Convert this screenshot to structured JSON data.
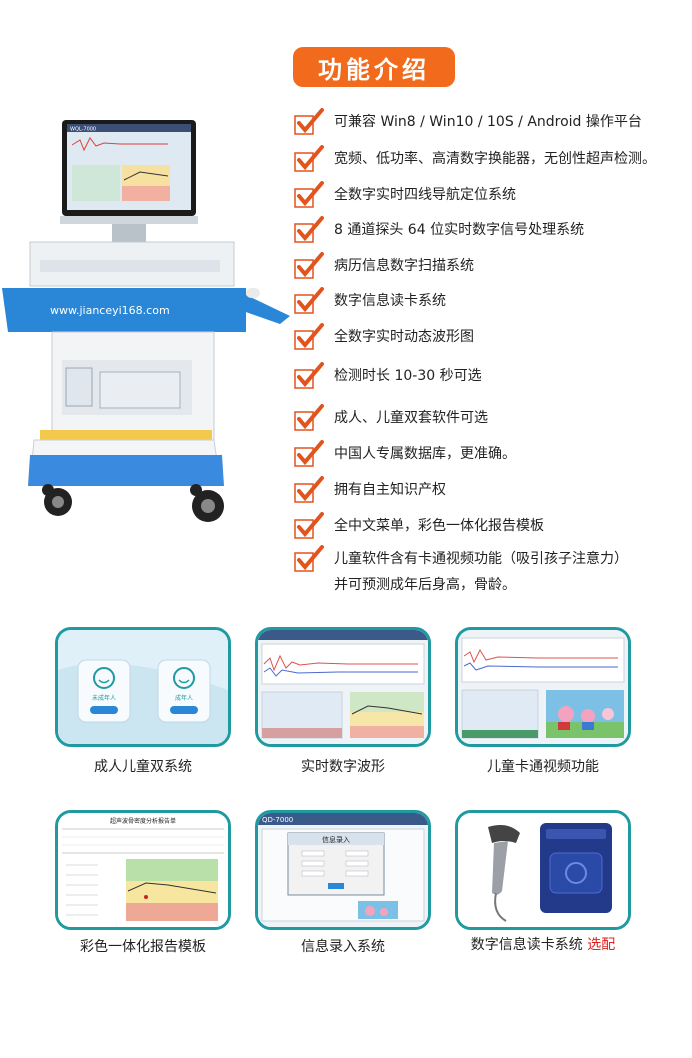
{
  "title": "功能介绍",
  "watermark": "www.jianceyi168.com",
  "monitor_brand": "WQL-7000",
  "features": [
    {
      "text": "可兼容 Win8 / Win10 / 10S / Android 操作平台"
    },
    {
      "text": "宽频、低功率、高清数字换能器，无创性超声检测。"
    },
    {
      "text": "全数字实时四线导航定位系统"
    },
    {
      "text": "8 通道探头 64 位实时数字信号处理系统"
    },
    {
      "text": "病历信息数字扫描系统"
    },
    {
      "text": "数字信息读卡系统"
    },
    {
      "text": "全数字实时动态波形图"
    },
    {
      "text": "检测时长 10-30 秒可选"
    },
    {
      "text": "成人、儿童双套软件可选"
    },
    {
      "text": "中国人专属数据库，更准确。"
    },
    {
      "text": "拥有自主知识产权"
    },
    {
      "text": "全中文菜单，彩色一体化报告模板"
    },
    {
      "text": "儿童软件含有卡通视频功能（吸引孩子注意力）",
      "text2": "并可预测成年后身高，骨龄。"
    }
  ],
  "tiles": [
    {
      "caption": "成人儿童双系统",
      "btn1": "未成年人",
      "btn2": "成年人"
    },
    {
      "caption": "实时数字波形"
    },
    {
      "caption": "儿童卡通视频功能"
    },
    {
      "caption": "彩色一体化报告模板",
      "report_title": "超声波骨密度分析报告单"
    },
    {
      "caption": "信息录入系统",
      "dialog_title": "信息录入",
      "brand": "QD-7000"
    },
    {
      "caption": "数字信息读卡系统",
      "optional": "选配"
    }
  ],
  "colors": {
    "accent": "#f26a1b",
    "teal": "#1f9aa0",
    "blue": "#2a86d6",
    "check": "#e2541e"
  }
}
